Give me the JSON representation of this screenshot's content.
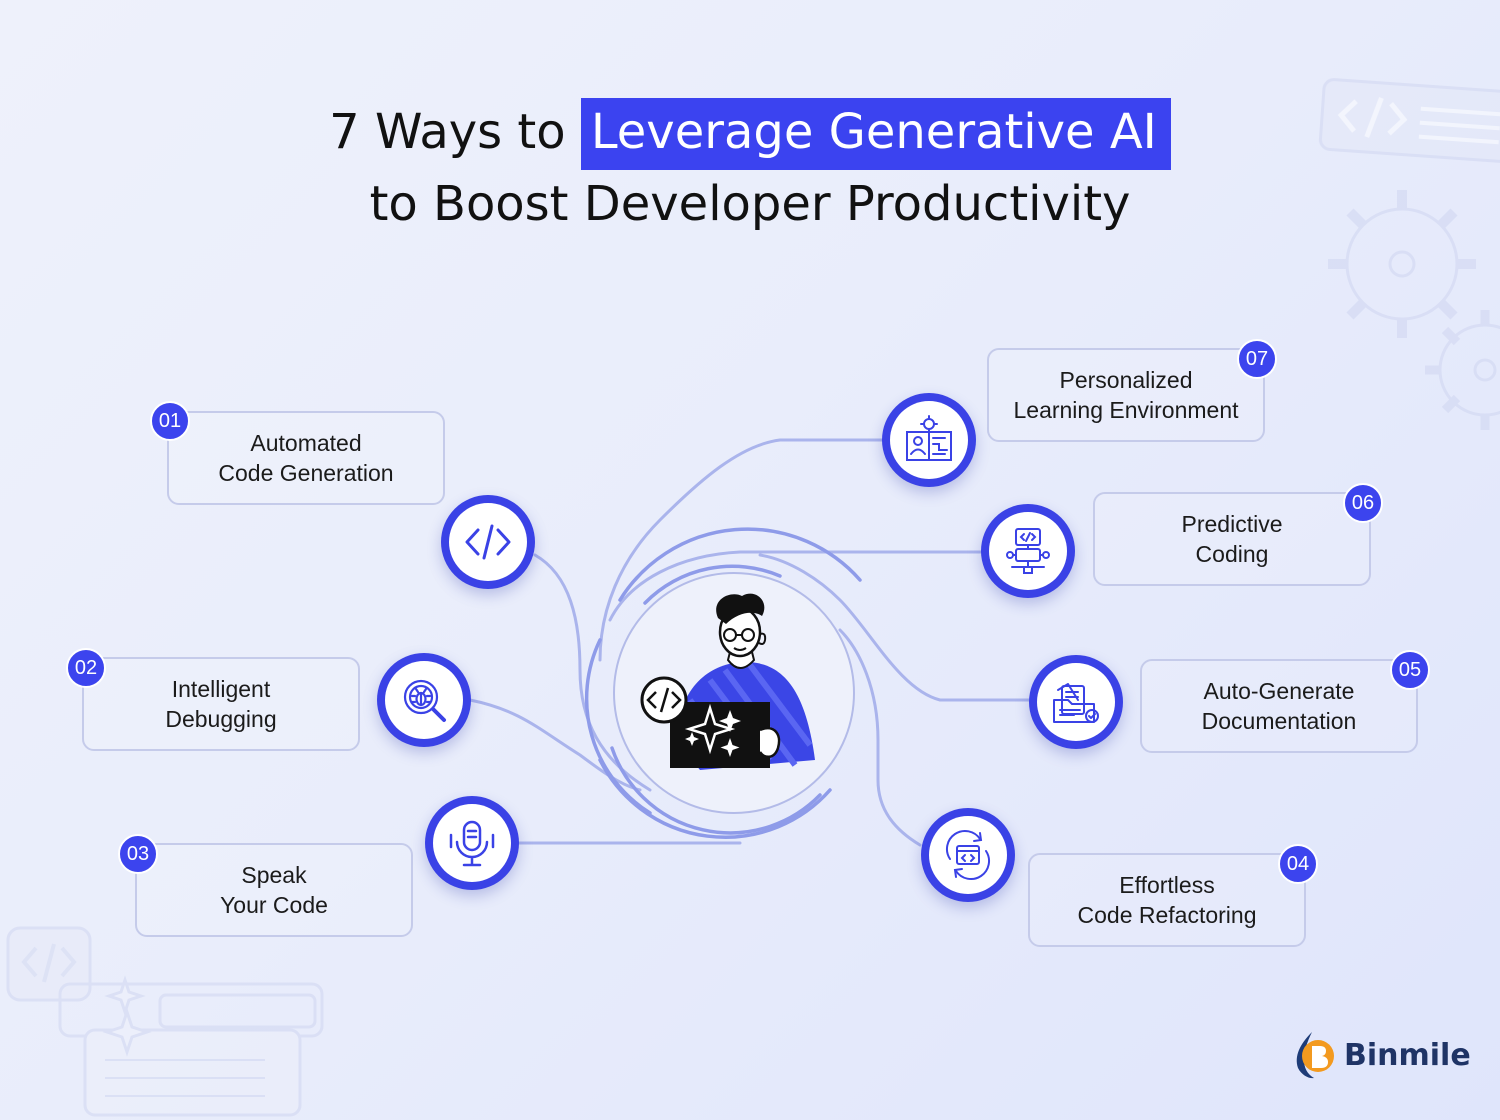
{
  "title": {
    "prefix": "7 Ways to ",
    "highlight": "Leverage Generative AI",
    "line2": "to Boost Developer Productivity"
  },
  "colors": {
    "accent": "#3b43f0",
    "connector": "#aab4ec",
    "card_border": "#c5cbea",
    "logo_text": "#1f3466"
  },
  "center": {
    "icon": "developer-with-ai-sparkles-board",
    "badge_icon": "code-icon"
  },
  "items": [
    {
      "num": "01",
      "label": "Automated\nCode Generation",
      "icon": "code-brackets-icon"
    },
    {
      "num": "02",
      "label": "Intelligent\nDebugging",
      "icon": "bug-search-icon"
    },
    {
      "num": "03",
      "label": "Speak\nYour Code",
      "icon": "microphone-icon"
    },
    {
      "num": "04",
      "label": "Effortless\nCode Refactoring",
      "icon": "refactor-cycle-icon"
    },
    {
      "num": "05",
      "label": "Auto-Generate\nDocumentation",
      "icon": "documents-check-icon"
    },
    {
      "num": "06",
      "label": "Predictive\nCoding",
      "icon": "code-flow-icon"
    },
    {
      "num": "07",
      "label": "Personalized\nLearning Environment",
      "icon": "learning-settings-icon"
    }
  ],
  "logo": {
    "text": "Binmile"
  }
}
